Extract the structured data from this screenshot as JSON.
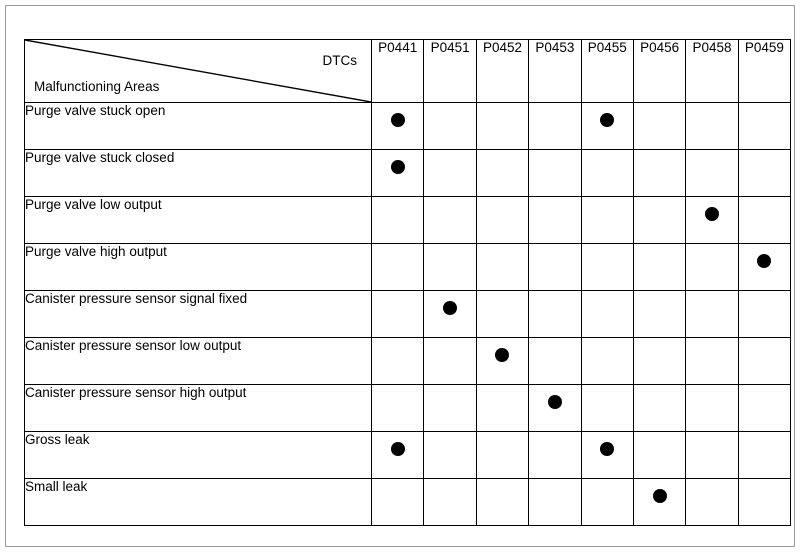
{
  "table": {
    "corner": {
      "column_axis_label": "DTCs",
      "row_axis_label": "Malfunctioning Areas"
    },
    "columns": [
      "P0441",
      "P0451",
      "P0452",
      "P0453",
      "P0455",
      "P0456",
      "P0458",
      "P0459"
    ],
    "rows": [
      {
        "label": "Purge valve stuck open",
        "marks": [
          1,
          0,
          0,
          0,
          1,
          0,
          0,
          0
        ]
      },
      {
        "label": "Purge valve stuck closed",
        "marks": [
          1,
          0,
          0,
          0,
          0,
          0,
          0,
          0
        ]
      },
      {
        "label": "Purge valve low output",
        "marks": [
          0,
          0,
          0,
          0,
          0,
          0,
          1,
          0
        ]
      },
      {
        "label": "Purge valve high output",
        "marks": [
          0,
          0,
          0,
          0,
          0,
          0,
          0,
          1
        ]
      },
      {
        "label": "Canister pressure sensor signal fixed",
        "marks": [
          0,
          1,
          0,
          0,
          0,
          0,
          0,
          0
        ]
      },
      {
        "label": "Canister pressure sensor low output",
        "marks": [
          0,
          0,
          1,
          0,
          0,
          0,
          0,
          0
        ]
      },
      {
        "label": "Canister pressure sensor high output",
        "marks": [
          0,
          0,
          0,
          1,
          0,
          0,
          0,
          0
        ]
      },
      {
        "label": "Gross leak",
        "marks": [
          1,
          0,
          0,
          0,
          1,
          0,
          0,
          0
        ]
      },
      {
        "label": "Small leak",
        "marks": [
          0,
          0,
          0,
          0,
          0,
          1,
          0,
          0
        ]
      }
    ],
    "mark_glyph": "filled-circle",
    "colors": {
      "border": "#000000",
      "mark": "#000000",
      "page_frame": "#9a9a9a",
      "background": "#ffffff"
    }
  }
}
